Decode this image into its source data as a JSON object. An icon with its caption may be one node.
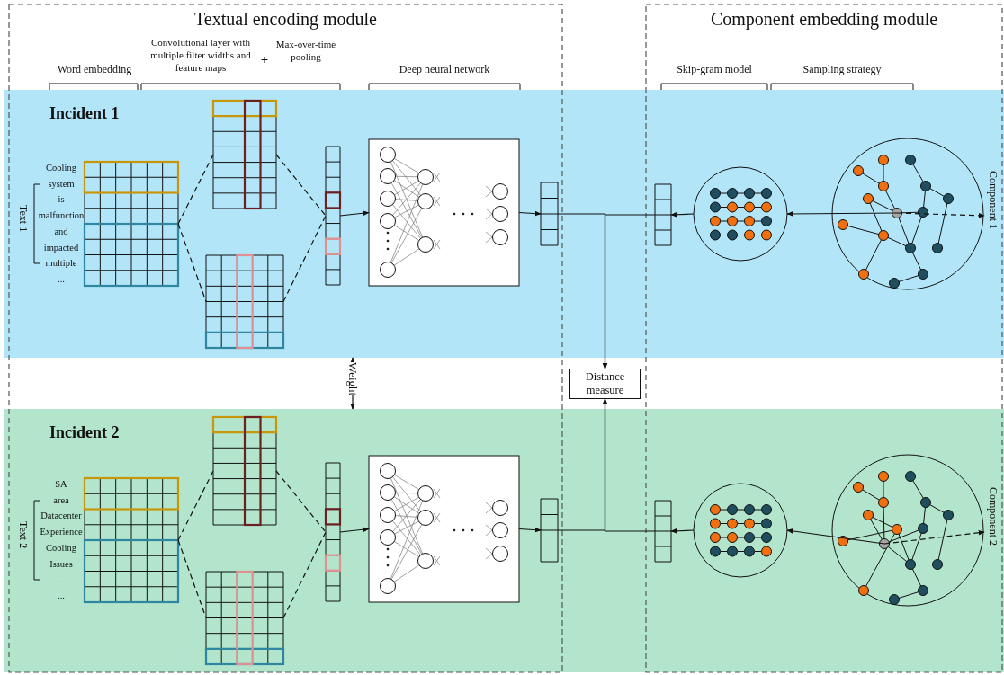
{
  "diagram": {
    "nodes": [
      {
        "text": [
          "Incident 1"
        ]
      },
      {
        "text": [
          "Incident 2"
        ]
      },
      {
        "text": [],
        "shape": "box",
        "in": 0
      },
      {
        "text": [],
        "shape": "box",
        "in": 0
      },
      {
        "text": [],
        "shape": "box",
        "in": 0
      },
      {
        "text": [],
        "shape": "bar",
        "in": 0
      },
      {
        "text": [],
        "shape": "box",
        "in": 0
      },
      {
        "text": [],
        "shape": "bar",
        "in": 0
      },
      {
        "text": [],
        "shape": "bar",
        "in": 0
      },
      {
        "text": [],
        "shape": "circle",
        "in": 0
      },
      {
        "text": [],
        "shape": "circle",
        "in": 0
      },
      {
        "text": [
          "Component 1"
        ],
        "in": 0
      },
      {
        "text": [],
        "shape": "box",
        "in": 1
      },
      {
        "text": [],
        "shape": "box",
        "in": 1
      },
      {
        "text": [],
        "shape": "box",
        "in": 1
      },
      {
        "text": [],
        "shape": "bar",
        "in": 1
      },
      {
        "text": [],
        "shape": "box",
        "in": 1
      },
      {
        "text": [],
        "shape": "bar",
        "in": 1
      },
      {
        "text": [],
        "shape": "bar",
        "in": 1
      },
      {
        "text": [],
        "shape": "circle",
        "in": 1
      },
      {
        "text": [],
        "shape": "circle",
        "in": 1
      },
      {
        "text": [
          "Component 2"
        ],
        "in": 1
      },
      {
        "text": [
          "Distance measure"
        ]
      }
    ],
    "edges": [
      {
        "from": 2,
        "to": 3,
        "arrow": "none",
        "style": "dashed"
      },
      {
        "from": 2,
        "to": 4,
        "arrow": "none",
        "style": "dashed"
      },
      {
        "from": 3,
        "to": 5,
        "arrow": "none",
        "style": "dashed"
      },
      {
        "from": 4,
        "to": 5,
        "arrow": "none",
        "style": "dashed"
      },
      {
        "from": 5,
        "to": 6,
        "arrow": "to"
      },
      {
        "from": 6,
        "to": 7,
        "arrow": "to"
      },
      {
        "from": 7,
        "to": 22,
        "arrow": "to"
      },
      {
        "from": 8,
        "to": 22,
        "arrow": "to"
      },
      {
        "from": 9,
        "to": 8,
        "arrow": "to"
      },
      {
        "from": 10,
        "to": 9,
        "arrow": "to"
      },
      {
        "from": 10,
        "to": 11,
        "arrow": "to",
        "style": "dashed"
      },
      {
        "from": 12,
        "to": 13,
        "arrow": "none",
        "style": "dashed"
      },
      {
        "from": 12,
        "to": 14,
        "arrow": "none",
        "style": "dashed"
      },
      {
        "from": 13,
        "to": 15,
        "arrow": "none",
        "style": "dashed"
      },
      {
        "from": 14,
        "to": 15,
        "arrow": "none",
        "style": "dashed"
      },
      {
        "from": 15,
        "to": 16,
        "arrow": "to"
      },
      {
        "from": 16,
        "to": 17,
        "arrow": "to"
      },
      {
        "from": 17,
        "to": 22,
        "arrow": "to"
      },
      {
        "from": 18,
        "to": 22,
        "arrow": "to"
      },
      {
        "from": 19,
        "to": 18,
        "arrow": "to"
      },
      {
        "from": 20,
        "to": 19,
        "arrow": "to"
      },
      {
        "from": 20,
        "to": 21,
        "arrow": "to",
        "style": "dashed"
      },
      {
        "from": 0,
        "to": 1,
        "arrow": "both",
        "label": "Weight"
      }
    ],
    "labels": [
      "Textual encoding module",
      "Component embedding module",
      "Word embedding",
      "Convolutional layer with multiple filter widths and feature maps",
      "+",
      "Max-over-time pooling",
      "Deep neural network",
      "Skip-gram model",
      "Sampling strategy",
      "Cooling",
      "system",
      "is",
      "malfunction",
      "and",
      "impacted",
      "multiple",
      "...",
      "Text 1",
      "SA",
      "area",
      "Datacenter",
      "Experience",
      "Cooling",
      "Issues",
      ".",
      "...",
      "Text 2"
    ]
  }
}
